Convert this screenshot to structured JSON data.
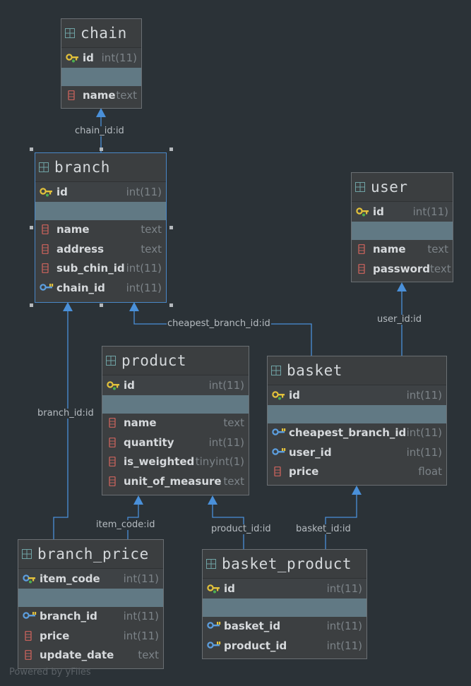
{
  "tables": {
    "chain": {
      "title": "chain",
      "pk": {
        "name": "id",
        "type": "int(11)"
      },
      "cols": [
        {
          "name": "name",
          "type": "text"
        }
      ]
    },
    "branch": {
      "title": "branch",
      "pk": {
        "name": "id",
        "type": "int(11)"
      },
      "cols": [
        {
          "name": "name",
          "type": "text"
        },
        {
          "name": "address",
          "type": "text"
        },
        {
          "name": "sub_chin_id",
          "type": "int(11)"
        },
        {
          "name": "chain_id",
          "type": "int(11)"
        }
      ]
    },
    "user": {
      "title": "user",
      "pk": {
        "name": "id",
        "type": "int(11)"
      },
      "cols": [
        {
          "name": "name",
          "type": "text"
        },
        {
          "name": "password",
          "type": "text"
        }
      ]
    },
    "product": {
      "title": "product",
      "pk": {
        "name": "id",
        "type": "int(11)"
      },
      "cols": [
        {
          "name": "name",
          "type": "text"
        },
        {
          "name": "quantity",
          "type": "int(11)"
        },
        {
          "name": "is_weighted",
          "type": "tinyint(1)"
        },
        {
          "name": "unit_of_measure",
          "type": "text"
        }
      ]
    },
    "basket": {
      "title": "basket",
      "pk": {
        "name": "id",
        "type": "int(11)"
      },
      "cols": [
        {
          "name": "cheapest_branch_id",
          "type": "int(11)"
        },
        {
          "name": "user_id",
          "type": "int(11)"
        },
        {
          "name": "price",
          "type": "float"
        }
      ]
    },
    "branch_price": {
      "title": "branch_price",
      "pk": {
        "name": "item_code",
        "type": "int(11)"
      },
      "cols": [
        {
          "name": "branch_id",
          "type": "int(11)"
        },
        {
          "name": "price",
          "type": "int(11)"
        },
        {
          "name": "update_date",
          "type": "text"
        }
      ]
    },
    "basket_product": {
      "title": "basket_product",
      "pk": {
        "name": "id",
        "type": "int(11)"
      },
      "cols": [
        {
          "name": "basket_id",
          "type": "int(11)"
        },
        {
          "name": "product_id",
          "type": "int(11)"
        }
      ]
    }
  },
  "links": {
    "chain_branch": "chain_id:id",
    "branch_basket": "cheapest_branch_id:id",
    "user_basket": "user_id:id",
    "branch_price": "branch_id:id",
    "product_price": "item_code:id",
    "product_bp": "product_id:id",
    "basket_bp": "basket_id:id"
  },
  "footer": "Powered by yFiles",
  "colors": {
    "background": "#2b3237",
    "link": "#4a90d9",
    "pk_key": "#e2c13b",
    "fk_key": "#5c9ede",
    "column_icon": "#c0605a"
  }
}
